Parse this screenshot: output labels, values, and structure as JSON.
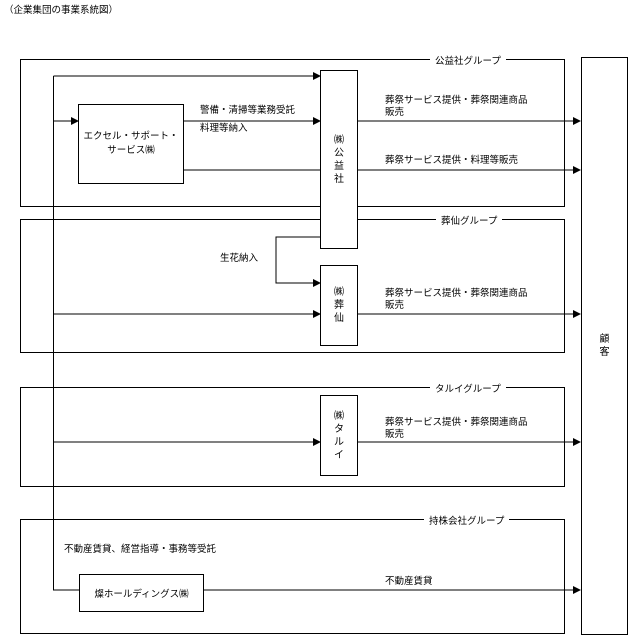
{
  "title": "（企業集団の事業系統図）",
  "groups": [
    {
      "label": "公益社グループ"
    },
    {
      "label": "葬仙グループ"
    },
    {
      "label": "タルイグループ"
    },
    {
      "label": "持株会社グループ"
    }
  ],
  "entities": {
    "excel": {
      "line1": "エクセル・サポート・",
      "line2": "サービス㈱"
    },
    "koekisha": {
      "name": "㈱公益社",
      "vertical": [
        "㈱",
        "公",
        "益",
        "社"
      ]
    },
    "sosen": {
      "name": "㈱葬仙",
      "vertical": [
        "㈱",
        "葬",
        "仙"
      ]
    },
    "tarui": {
      "name": "㈱タルイ",
      "vertical": [
        "㈱",
        "タ",
        "ル",
        "イ"
      ]
    },
    "holdings": {
      "name": "燦ホールディングス㈱"
    },
    "customer": {
      "name": "顧客",
      "vertical": [
        "顧",
        "客"
      ]
    }
  },
  "flows": {
    "excel_to_koekisha_1": "警備・清掃等業務受託",
    "excel_to_koekisha_2": "料理等納入",
    "koekisha_to_customer_1a": "葬祭サービス提供・葬祭関連商品",
    "koekisha_to_customer_1b": "販売",
    "excel_to_customer": "葬祭サービス提供・料理等販売",
    "flower_supply": "生花納入",
    "sosen_to_customer_a": "葬祭サービス提供・葬祭関連商品",
    "sosen_to_customer_b": "販売",
    "tarui_to_customer_a": "葬祭サービス提供・葬祭関連商品",
    "tarui_to_customer_b": "販売",
    "holdings_services": "不動産賃貸、経営指導・事務等受託",
    "holdings_to_customer": "不動産賃貸"
  }
}
